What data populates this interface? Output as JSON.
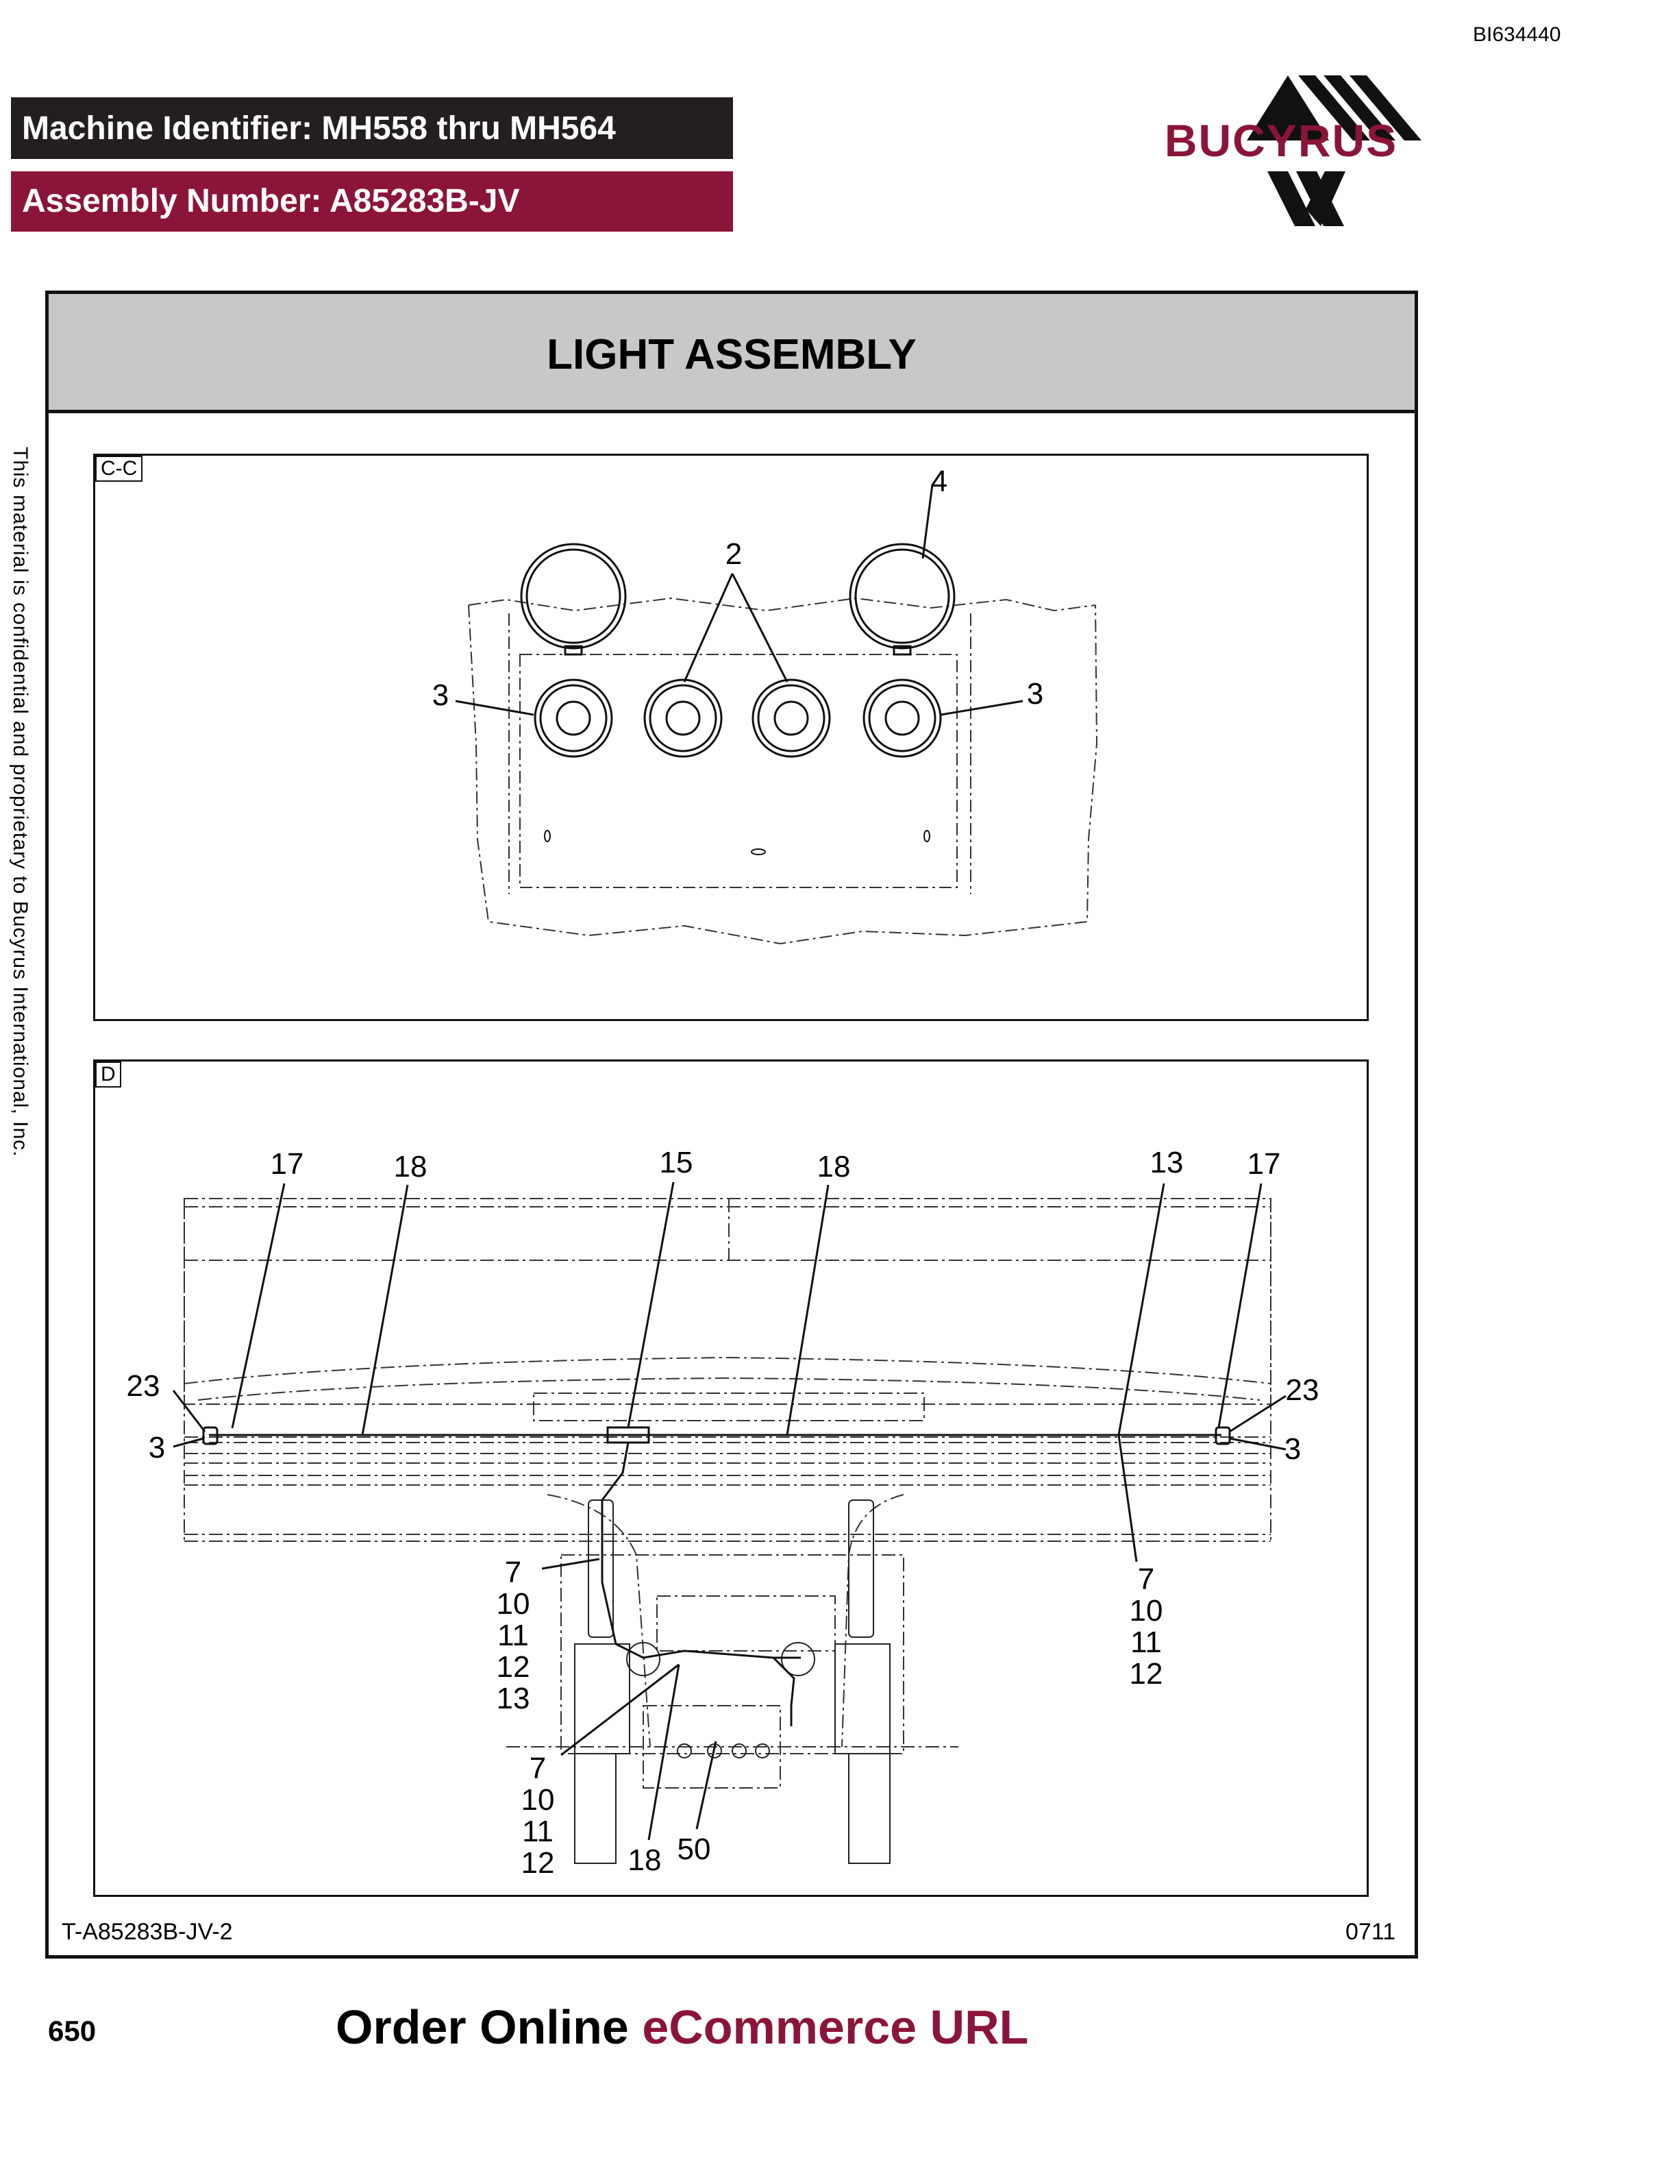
{
  "document_id": "BI634440",
  "header": {
    "machine_identifier": "Machine Identifier: MH558 thru MH564",
    "assembly_number": "Assembly Number: A85283B-JV"
  },
  "logo": {
    "text": "BUCYRUS",
    "color": "#8b1538"
  },
  "colors": {
    "dark_bar": "#231f20",
    "accent": "#8b1538",
    "title_band": "#c8c8c8"
  },
  "title": "LIGHT ASSEMBLY",
  "side_note": "This material is confidential and proprietary to Bucyrus International, Inc.",
  "views": {
    "cc": {
      "tag": "C-C",
      "callouts": {
        "c4": "4",
        "c2": "2",
        "c3l": "3",
        "c3r": "3"
      }
    },
    "d": {
      "tag": "D",
      "callouts": {
        "t17a": "17",
        "t18a": "18",
        "t15": "15",
        "t18b": "18",
        "t13": "13",
        "t17b": "17",
        "l23": "23",
        "l3": "3",
        "r23": "23",
        "r3": "3",
        "s1a": "7",
        "s1b": "10",
        "s1c": "11",
        "s1d": "12",
        "s1e": "13",
        "s2a": "7",
        "s2b": "10",
        "s2c": "11",
        "s2d": "12",
        "s3a": "7",
        "s3b": "10",
        "s3c": "11",
        "s3d": "12",
        "b18": "18",
        "b50": "50"
      }
    }
  },
  "footer": {
    "drawing_id": "T-A85283B-JV-2",
    "revision": "0711",
    "page_number": "650",
    "order_prefix": "Order Online ",
    "order_highlight": "eCommerce URL"
  }
}
